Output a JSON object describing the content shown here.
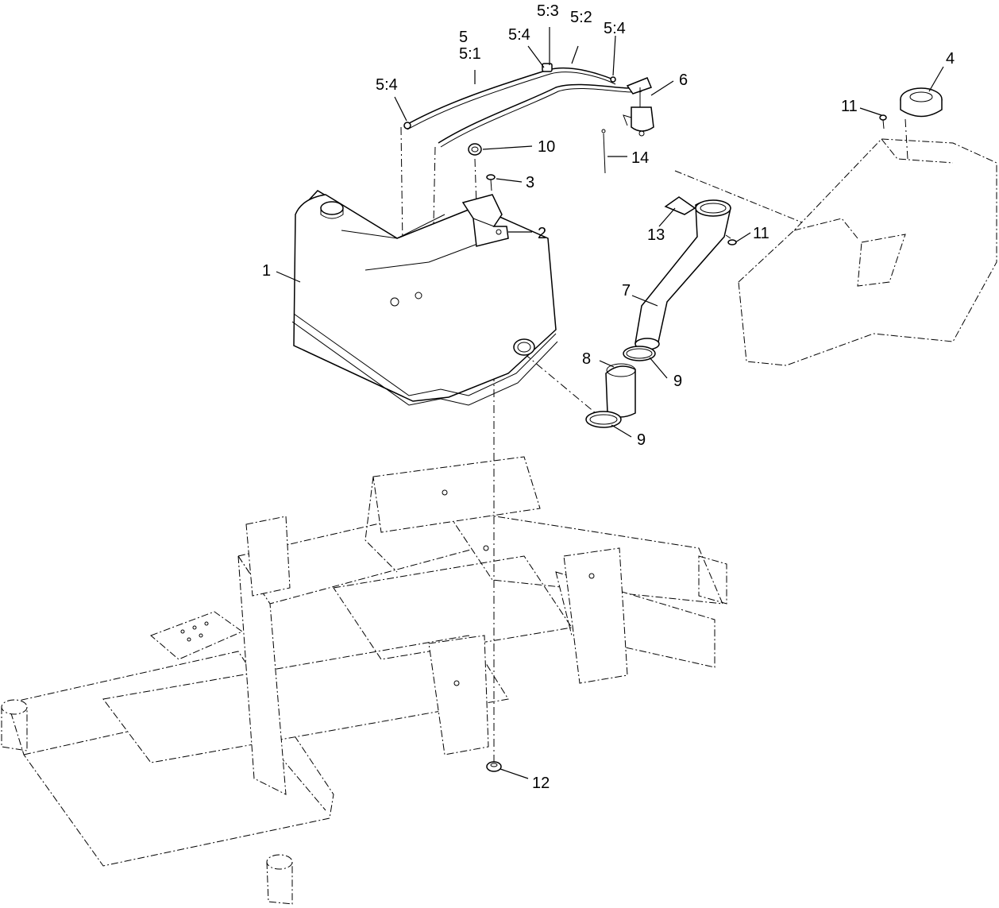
{
  "callouts": {
    "c1": "1",
    "c2": "2",
    "c3": "3",
    "c4": "4",
    "c5": "5",
    "c5_1": "5:1",
    "c5_2": "5:2",
    "c5_3": "5:3",
    "c5_4_left": "5:4",
    "c5_4_mid": "5:4",
    "c5_4_right": "5:4",
    "c6": "6",
    "c7": "7",
    "c8": "8",
    "c9_upper": "9",
    "c9_lower": "9",
    "c10": "10",
    "c11_left": "11",
    "c11_right": "11",
    "c12": "12",
    "c13": "13",
    "c14": "14"
  },
  "colors": {
    "line": "#000000",
    "background": "#ffffff"
  }
}
